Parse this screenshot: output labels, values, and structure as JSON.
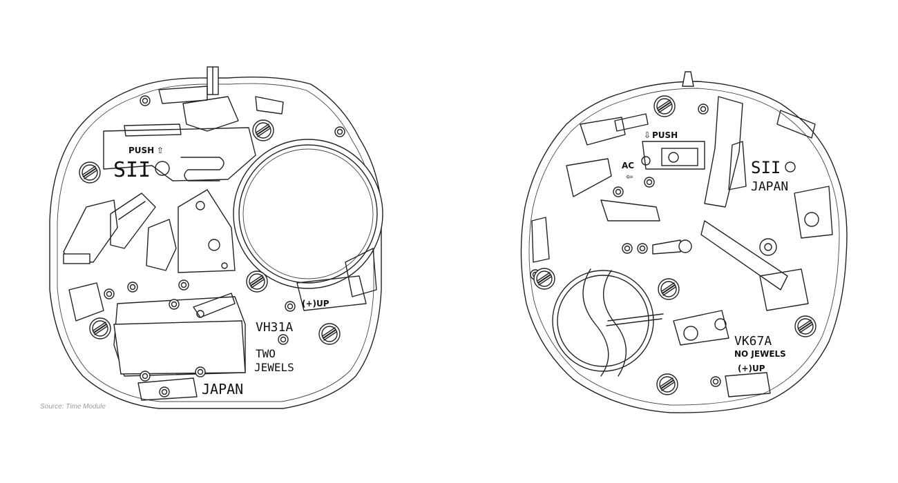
{
  "left_movement": {
    "push_label": "PUSH",
    "push_arrow": "⇧",
    "logo": "SII",
    "model": "VH31A",
    "jewels_line1": "TWO",
    "jewels_line2": "JEWELS",
    "country": "JAPAN",
    "up_label": "(+)UP"
  },
  "right_movement": {
    "push_label": "PUSH",
    "push_arrow": "⇩",
    "ac_label": "AC",
    "ac_arrow": "⇦",
    "logo": "SII",
    "country": "JAPAN",
    "model": "VK67A",
    "jewels": "NO JEWELS",
    "up_label": "(+)UP"
  },
  "source": "Source: Time Module"
}
